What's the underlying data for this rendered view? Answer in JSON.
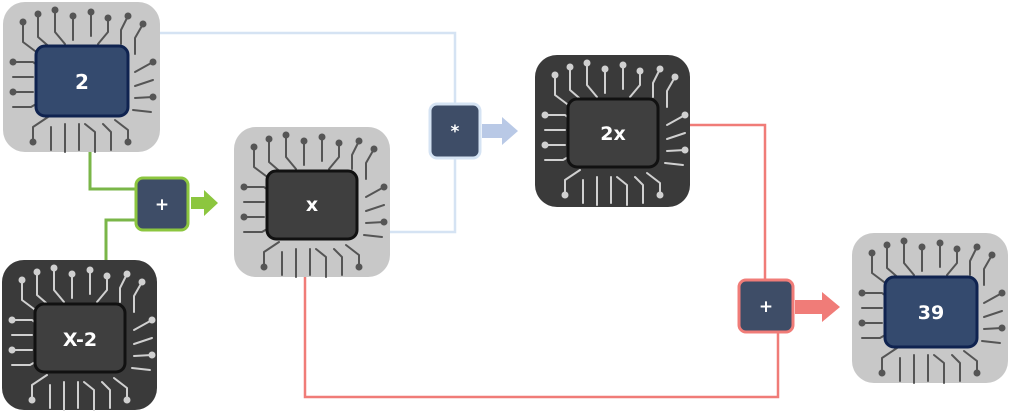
{
  "nodes": {
    "chip_a": {
      "label": "2",
      "theme": "light",
      "core": "navy"
    },
    "chip_b": {
      "label": "X-2",
      "theme": "dark",
      "core": "dark"
    },
    "chip_c": {
      "label": "x",
      "theme": "light",
      "core": "dark"
    },
    "chip_d": {
      "label": "2x",
      "theme": "dark",
      "core": "dark"
    },
    "chip_e": {
      "label": "39",
      "theme": "light",
      "core": "navy"
    }
  },
  "operators": {
    "op_add_1": {
      "label": "+",
      "color": "#8cc63f"
    },
    "op_mul": {
      "label": "*",
      "color": "#b9c9e6"
    },
    "op_add_2": {
      "label": "+",
      "color": "#f07c78"
    }
  },
  "colors": {
    "chip_light_bg": "#c8c8c8",
    "chip_dark_bg": "#3a3a3a",
    "core_navy": "#344a6e",
    "core_dark": "#3f3f3f",
    "op_box": "#3e4d67",
    "wire_green": "#7ab648",
    "wire_blue": "#d5e3f3",
    "wire_red": "#f07c78"
  }
}
